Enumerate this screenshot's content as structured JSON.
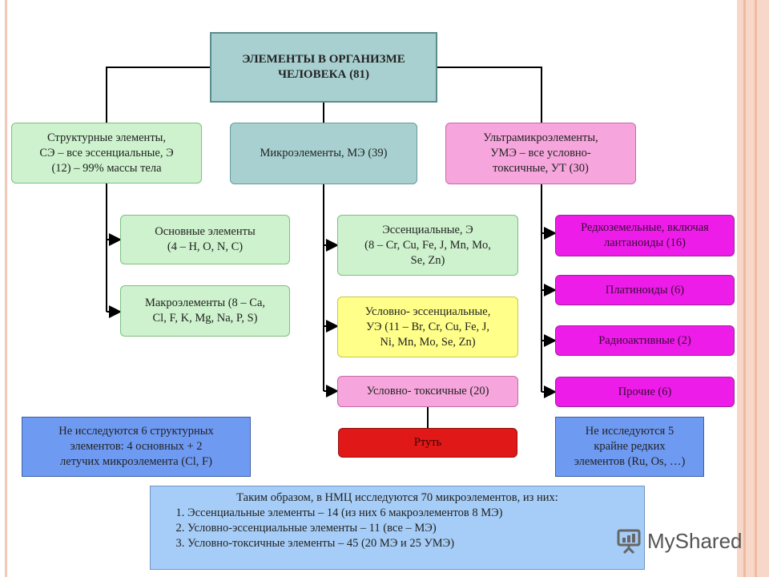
{
  "diagram": {
    "root": "ЭЛЕМЕНТЫ В ОРГАНИЗМЕ\nЧЕЛОВЕКА (81)",
    "structural": "Структурные элементы,\nСЭ – все эссенциальные, Э\n(12) – 99% массы тела",
    "micro": "Микроэлементы, МЭ (39)",
    "ultra": "Ультрамикроэлементы,\nУМЭ – все условно-\nтоксичные, УТ (30)",
    "basic": "Основные элементы\n(4 – H, O, N, C)",
    "macro": "Макроэлементы (8 – Ca,\nCl, F, K, Mg, Na, P, S)",
    "essential": "Эссенциальные, Э\n(8 – Cr, Cu, Fe, J, Mn, Mo,\nSe, Zn)",
    "cond_essential": "Условно- эссенциальные,\nУЭ (11 – Br, Cr, Cu, Fe, J,\nNi, Mn, Mo, Se, Zn)",
    "cond_toxic": "Условно- токсичные (20)",
    "mercury": "Ртуть",
    "rare_earth": "Редкоземельные, включая\nлантаноиды (16)",
    "platinoids": "Платиноиды (6)",
    "radioactive": "Радиоактивные (2)",
    "others": "Прочие (6)",
    "note_left": "Не исследуются 6 структурных\nэлементов: 4 основных + 2\nлетучих микроэлемента (Cl, F)",
    "note_right": "Не исследуются 5\nкрайне редких\nэлементов (Ru, Os, …)"
  },
  "summary": {
    "intro": "Таким образом, в НМЦ исследуются 70 микроэлементов, из них:",
    "items": [
      "Эссенциальные элементы – 14 (из них 6 макроэлементов 8 МЭ)",
      "Условно-эссенциальные элементы – 11 (все – МЭ)",
      "Условно-токсичные элементы – 45 (20 МЭ и 25 УМЭ)"
    ]
  },
  "watermark": {
    "text": "MyShared"
  },
  "colors": {
    "root": "#a8d0d0",
    "green": "#cdf2cd",
    "pink": "#f6a6dc",
    "magenta": "#ee1ce8",
    "yellow": "#ffff8a",
    "red": "#e01818",
    "note": "#6f9af2",
    "summary": "#a6cdf7"
  }
}
